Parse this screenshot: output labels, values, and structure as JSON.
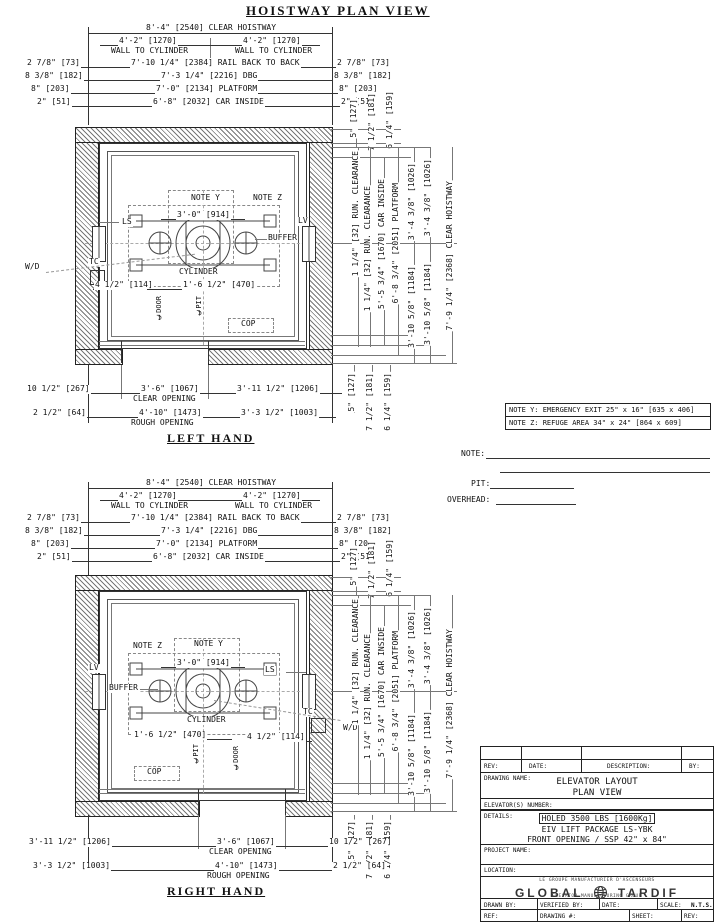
{
  "title": "HOISTWAY PLAN VIEW",
  "sections": {
    "left": "LEFT HAND",
    "right": "RIGHT HAND"
  },
  "dims_top": {
    "clear_hoistway": "8'-4\" [2540] CLEAR HOISTWAY",
    "wall_to_cylinder_value": "4'-2\" [1270]",
    "wall_to_cylinder_label": "WALL TO CYLINDER",
    "rail_back_to_back": "7'-10 1/4\" [2384] RAIL BACK TO BACK",
    "rail_side": "2 7/8\" [73]",
    "dbg": "7'-3 1/4\" [2216] DBG",
    "dbg_side": "8 3/8\" [182]",
    "platform": "7'-0\" [2134] PLATFORM",
    "platform_side": "8\" [203]",
    "car_inside": "6'-8\" [2032] CAR INSIDE",
    "car_side": "2\" [51]"
  },
  "dims_right": {
    "five": "5\" [127]",
    "seven_half": "7 1/2\" [181]",
    "six_quarter": "6 1/4\" [159]",
    "run_clearance": "1 1/4\" [32] RUN. CLEARANCE",
    "car_inside": "5'-5 3/4\" [1670] CAR INSIDE",
    "platform": "6'-8 3/4\" [2051] PLATFORM",
    "half_a": "3'-4 3/8\" [1026]",
    "half_b": "3'-10 5/8\" [1184]",
    "clear_hoistway": "7'-9 1/4\" [2368] CLEAR HOISTWAY"
  },
  "dims_bottom": {
    "off_small": "10 1/2\" [267]",
    "clear_opening_value": "3'-6\" [1067]",
    "clear_opening_label": "CLEAR OPENING",
    "off_large": "3'-11 1/2\" [1206]",
    "rough_small": "2 1/2\" [64]",
    "rough_value": "4'-10\" [1473]",
    "rough_label": "ROUGH OPENING",
    "rough_large": "3'-3 1/2\" [1003]"
  },
  "plan": {
    "note_y": "NOTE Y",
    "note_z": "NOTE Z",
    "dim_914": "3'-0\" [914]",
    "ls": "LS",
    "lv": "LV",
    "tc": "TC",
    "wd": "W/D",
    "buffer": "BUFFER",
    "cylinder": "CYLINDER",
    "cop": "COP",
    "dim_114": "4 1/2\" [114]",
    "dim_470": "1'-6 1/2\" [470]",
    "cl_pit": "℄PIT",
    "cl_door": "℄DOOR"
  },
  "notes_box": {
    "note_y": "NOTE Y: EMERGENCY EXIT 25\" x 16\" [635 x 406]",
    "note_z": "NOTE Z: REFUGE AREA 34\" x 24\" [864 x 609]"
  },
  "fields": {
    "note": "NOTE:",
    "pit": "PIT:",
    "overhead": "OVERHEAD:"
  },
  "tb": {
    "rev": "REV:",
    "date": "DATE:",
    "description": "DESCRIPTION:",
    "by": "BY:",
    "drawing_name_label": "DRAWING NAME:",
    "drawing_name_1": "ELEVATOR LAYOUT",
    "drawing_name_2": "PLAN VIEW",
    "elevators_number": "ELEVATOR(S) NUMBER:",
    "details_label": "DETAILS:",
    "details_1": "HOLED 3500 LBS [1600Kg]",
    "details_2": "EIV LIFT PACKAGE LS-YBK",
    "details_3": "FRONT OPENING / SSP 42\" x 84\"",
    "project_name": "PROJECT NAME:",
    "location": "LOCATION:",
    "logo_left": "GLOBAL",
    "logo_right": "TARDIF",
    "logo_tag_top": "LE GROUPE MANUFACTURIER D'ASCENSEURS",
    "logo_tag_bottom": "ELEVATOR MANUFACTURING GROUP",
    "drawn_by": "DRAWN BY:",
    "verified_by": "VERIFIED BY:",
    "date2": "DATE:",
    "scale_label": "SCALE:",
    "scale_value": "N.T.S.",
    "ref": "REF:",
    "drawing_no": "DRAWING #:",
    "sheet": "SHEET:",
    "rev2": "REV:"
  }
}
